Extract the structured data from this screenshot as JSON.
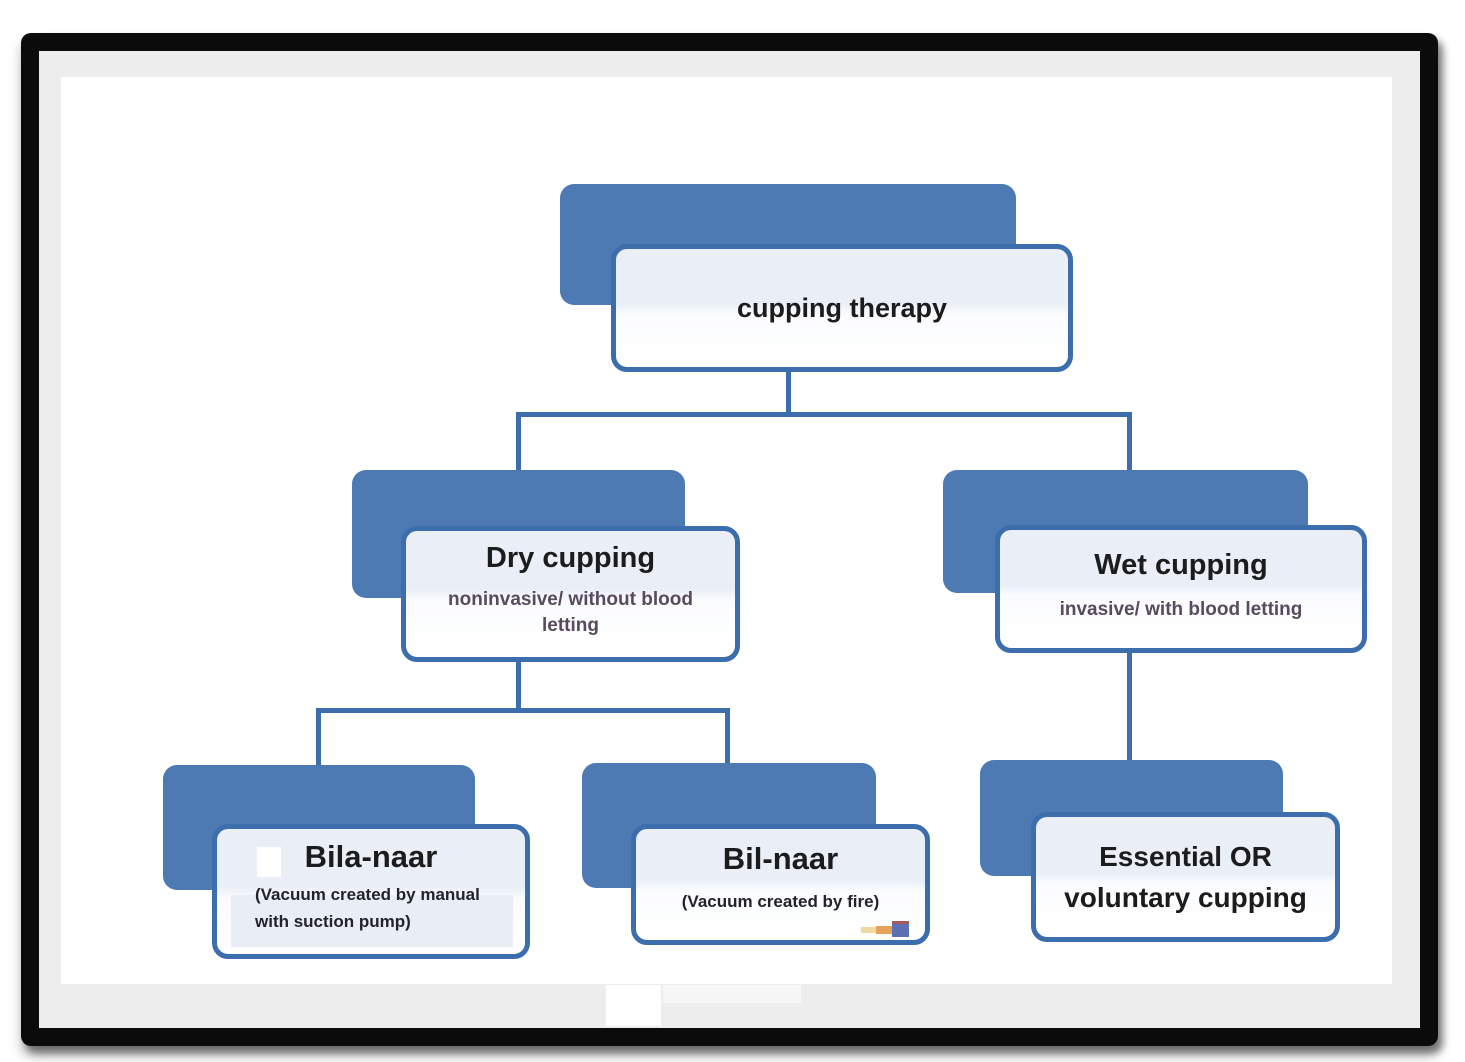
{
  "figure": {
    "type": "flowchart",
    "root": {
      "title": "cupping therapy"
    },
    "dry": {
      "title": "Dry cupping",
      "subtitle": "noninvasive/ without blood letting"
    },
    "wet": {
      "title": "Wet cupping",
      "subtitle": "invasive/ with blood letting"
    },
    "bila_naar": {
      "title": "Bila-naar",
      "subtitle": "(Vacuum created by manual with suction pump)"
    },
    "bil_naar": {
      "title": "Bil-naar",
      "subtitle": "(Vacuum created by fire)"
    },
    "essential": {
      "title": "Essential OR voluntary cupping"
    },
    "colors": {
      "node_fill": "#4e7ab4",
      "node_border": "#3c6dac",
      "connector": "#3c6dac",
      "frame_black": "#0b0b0b",
      "mat_gray": "#ededee",
      "card_tint": "#e9eef7",
      "title_text": "#1c1c1c",
      "subtitle_text": "#5a4a5f"
    }
  }
}
